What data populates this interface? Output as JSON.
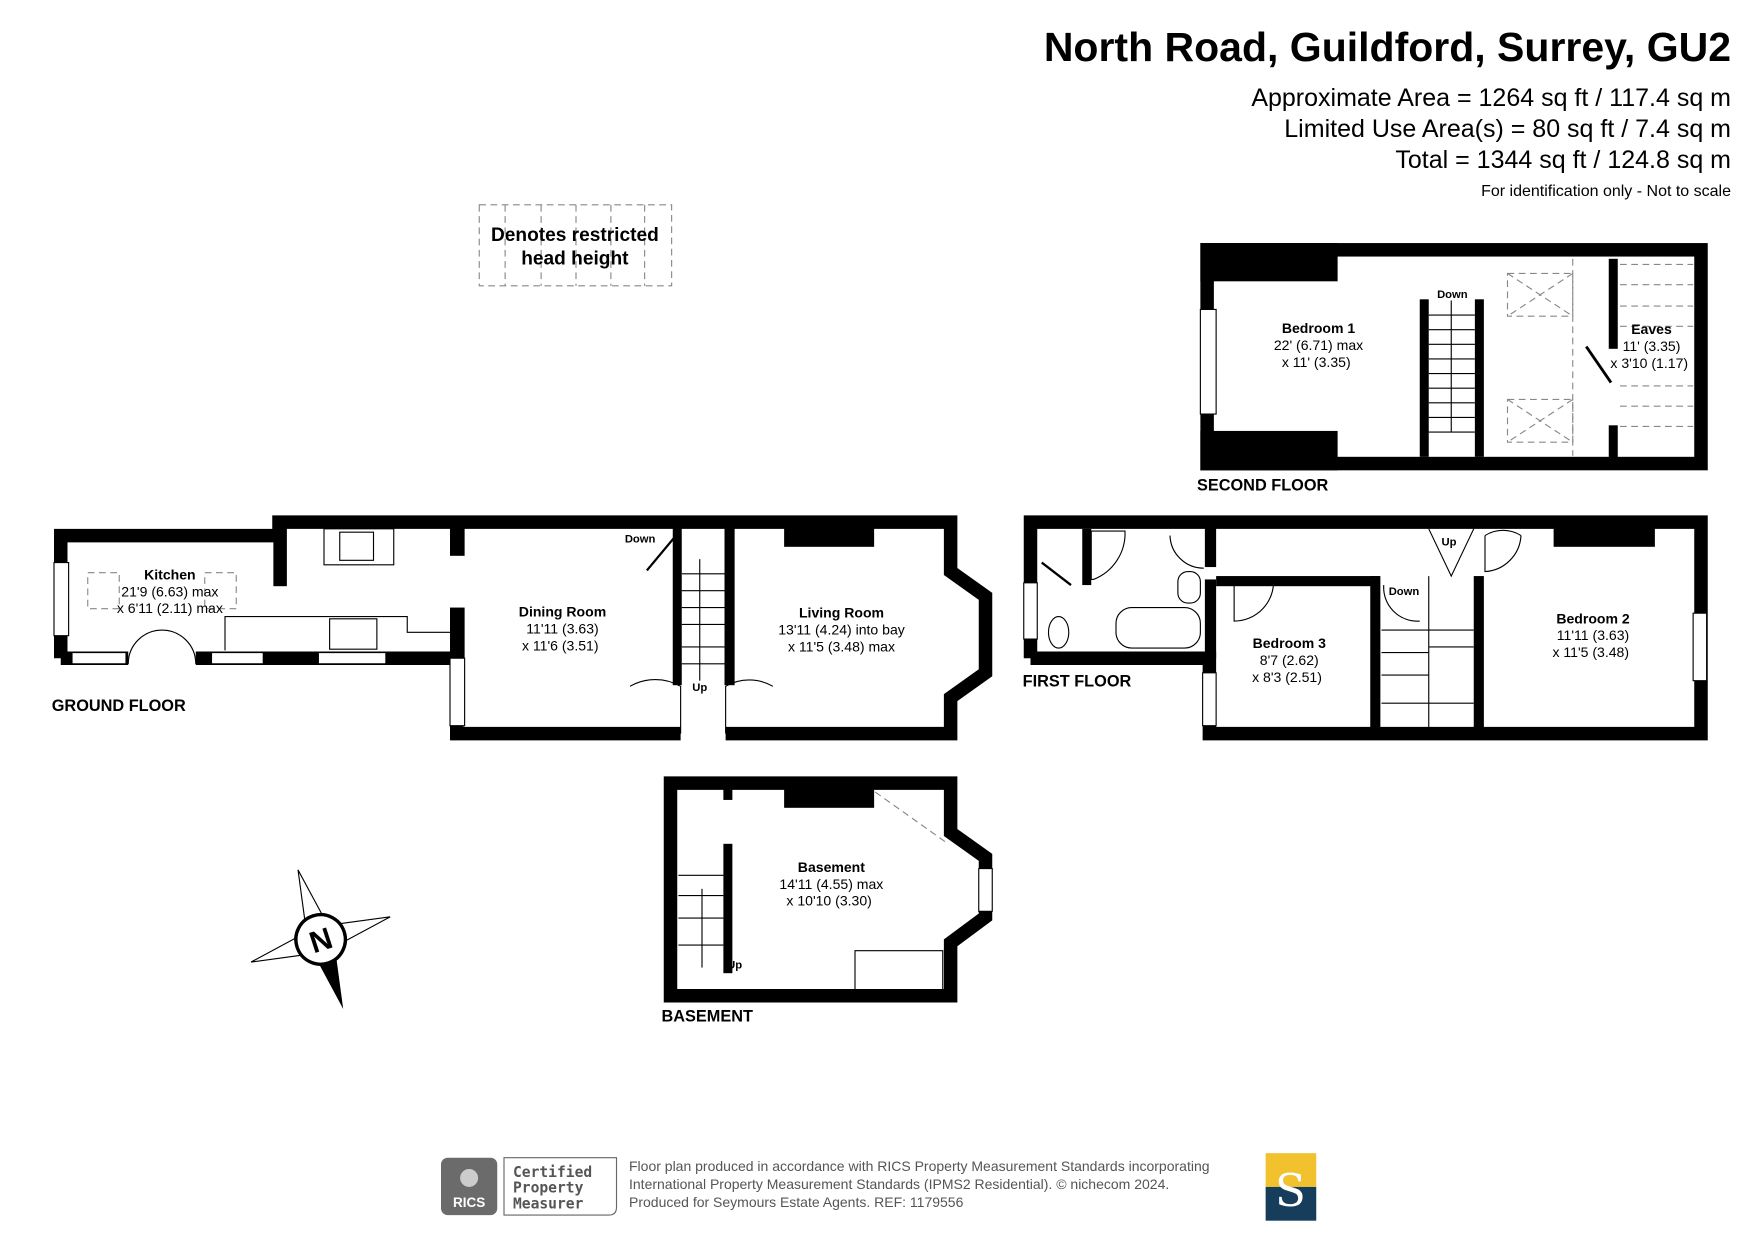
{
  "header": {
    "title": "North Road, Guildford, Surrey, GU2",
    "areas": [
      "Approximate Area = 1264 sq ft / 117.4 sq m",
      "Limited Use Area(s) = 80 sq ft / 7.4 sq m",
      "Total = 1344 sq ft / 124.8 sq m"
    ],
    "note": "For identification only - Not to scale"
  },
  "legend": {
    "line1": "Denotes restricted",
    "line2": "head height"
  },
  "floors": {
    "ground": {
      "label": "GROUND FLOOR",
      "kitchen": {
        "name": "Kitchen",
        "dim1": "21'9 (6.63) max",
        "dim2": "x 6'11 (2.11) max"
      },
      "dining": {
        "name": "Dining Room",
        "dim1": "11'11 (3.63)",
        "dim2": "x 11'6 (3.51)"
      },
      "living": {
        "name": "Living Room",
        "dim1": "13'11 (4.24) into bay",
        "dim2": "x 11'5 (3.48) max"
      },
      "down": "Down",
      "up": "Up"
    },
    "first": {
      "label": "FIRST FLOOR",
      "bedroom3": {
        "name": "Bedroom 3",
        "dim1": "8'7 (2.62)",
        "dim2": "x 8'3 (2.51)"
      },
      "bedroom2": {
        "name": "Bedroom 2",
        "dim1": "11'11 (3.63)",
        "dim2": "x 11'5 (3.48)"
      },
      "down": "Down",
      "up": "Up"
    },
    "second": {
      "label": "SECOND FLOOR",
      "bedroom1": {
        "name": "Bedroom 1",
        "dim1": "22' (6.71) max",
        "dim2": "x 11' (3.35)"
      },
      "eaves": {
        "name": "Eaves",
        "dim1": "11' (3.35)",
        "dim2": "x 3'10 (1.17)"
      },
      "down": "Down"
    },
    "basement": {
      "label": "BASEMENT",
      "room": {
        "name": "Basement",
        "dim1": "14'11 (4.55) max",
        "dim2": "x 10'10 (3.30)"
      },
      "up": "Up"
    }
  },
  "compass": {
    "letter": "N"
  },
  "footer": {
    "badge_brand": "RICS",
    "badge_text": [
      "Certified",
      "Property",
      "Measurer"
    ],
    "lines": [
      "Floor plan produced in accordance with RICS Property Measurement Standards incorporating",
      "International Property Measurement Standards (IPMS2 Residential).   © nichecom 2024.",
      "Produced for Seymours Estate Agents.   REF:  1179556"
    ],
    "agent_logo_letter": "S",
    "colors": {
      "logo_top": "#F2C12E",
      "logo_bottom": "#163E5C",
      "rics_grey": "#6b6b6b"
    }
  }
}
